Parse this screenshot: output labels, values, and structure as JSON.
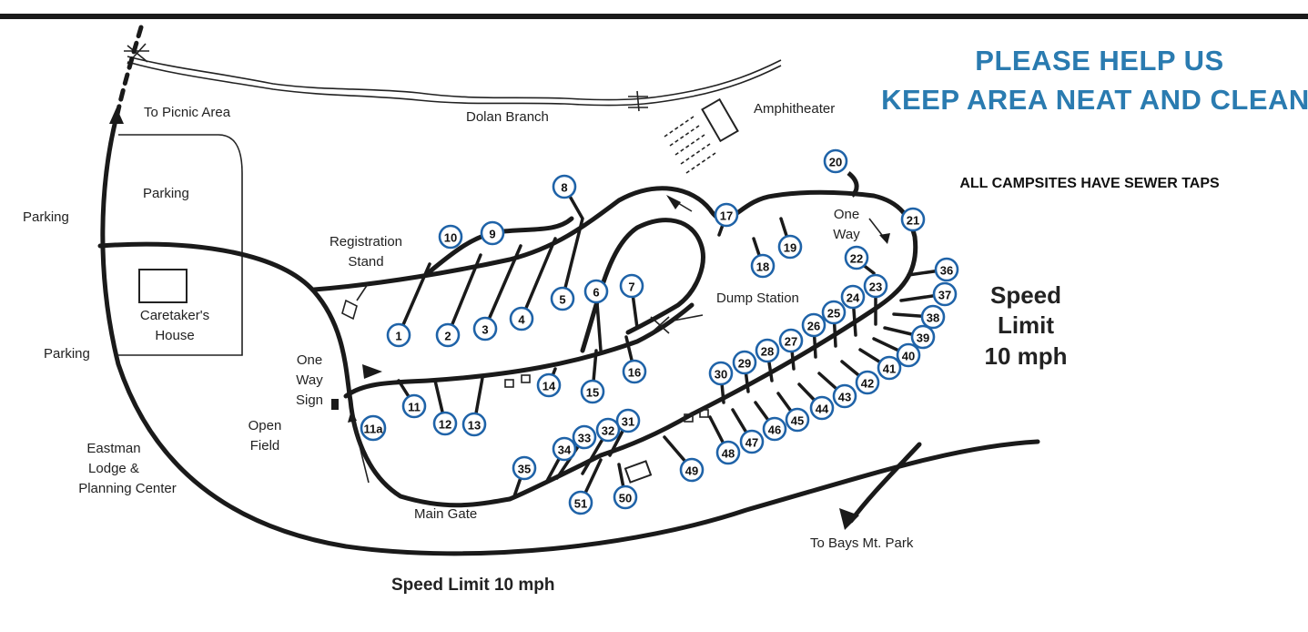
{
  "header": {
    "line1": "PLEASE HELP US",
    "line2": "KEEP AREA NEAT AND CLEAN.",
    "sewer_note": "ALL CAMPSITES HAVE SEWER TAPS"
  },
  "speed_sign": {
    "line1": "Speed",
    "line2": "Limit",
    "line3": "10 mph"
  },
  "labels": {
    "picnic": "To Picnic Area",
    "dolan": "Dolan Branch",
    "amphitheater": "Amphitheater",
    "parking_lot": "Parking",
    "parking_left": "Parking",
    "parking_left2": "Parking",
    "caretaker1": "Caretaker's",
    "caretaker2": "House",
    "registration1": "Registration",
    "registration2": "Stand",
    "oneway_sign1": "One",
    "oneway_sign2": "Way",
    "oneway_sign3": "Sign",
    "open1": "Open",
    "open2": "Field",
    "eastman1": "Eastman",
    "eastman2": "Lodge &",
    "eastman3": "Planning Center",
    "main_gate": "Main Gate",
    "dump": "Dump Station",
    "oneway1": "One",
    "oneway2": "Way",
    "bays": "To Bays Mt. Park",
    "speed_bottom": "Speed Limit 10 mph"
  },
  "campsites": [
    {
      "id": "1"
    },
    {
      "id": "2"
    },
    {
      "id": "3"
    },
    {
      "id": "4"
    },
    {
      "id": "5"
    },
    {
      "id": "6"
    },
    {
      "id": "7"
    },
    {
      "id": "8"
    },
    {
      "id": "9"
    },
    {
      "id": "10"
    },
    {
      "id": "11"
    },
    {
      "id": "11a"
    },
    {
      "id": "12"
    },
    {
      "id": "13"
    },
    {
      "id": "14"
    },
    {
      "id": "15"
    },
    {
      "id": "16"
    },
    {
      "id": "17"
    },
    {
      "id": "18"
    },
    {
      "id": "19"
    },
    {
      "id": "20"
    },
    {
      "id": "21"
    },
    {
      "id": "22"
    },
    {
      "id": "23"
    },
    {
      "id": "24"
    },
    {
      "id": "25"
    },
    {
      "id": "26"
    },
    {
      "id": "27"
    },
    {
      "id": "28"
    },
    {
      "id": "29"
    },
    {
      "id": "30"
    },
    {
      "id": "31"
    },
    {
      "id": "32"
    },
    {
      "id": "33"
    },
    {
      "id": "34"
    },
    {
      "id": "35"
    },
    {
      "id": "36"
    },
    {
      "id": "37"
    },
    {
      "id": "38"
    },
    {
      "id": "39"
    },
    {
      "id": "40"
    },
    {
      "id": "41"
    },
    {
      "id": "42"
    },
    {
      "id": "43"
    },
    {
      "id": "44"
    },
    {
      "id": "45"
    },
    {
      "id": "46"
    },
    {
      "id": "47"
    },
    {
      "id": "48"
    },
    {
      "id": "49"
    },
    {
      "id": "50"
    },
    {
      "id": "51"
    }
  ],
  "colors": {
    "site_ring": "#1f63a8",
    "header_text": "#2a7bb0",
    "road": "#1a1a1a"
  }
}
